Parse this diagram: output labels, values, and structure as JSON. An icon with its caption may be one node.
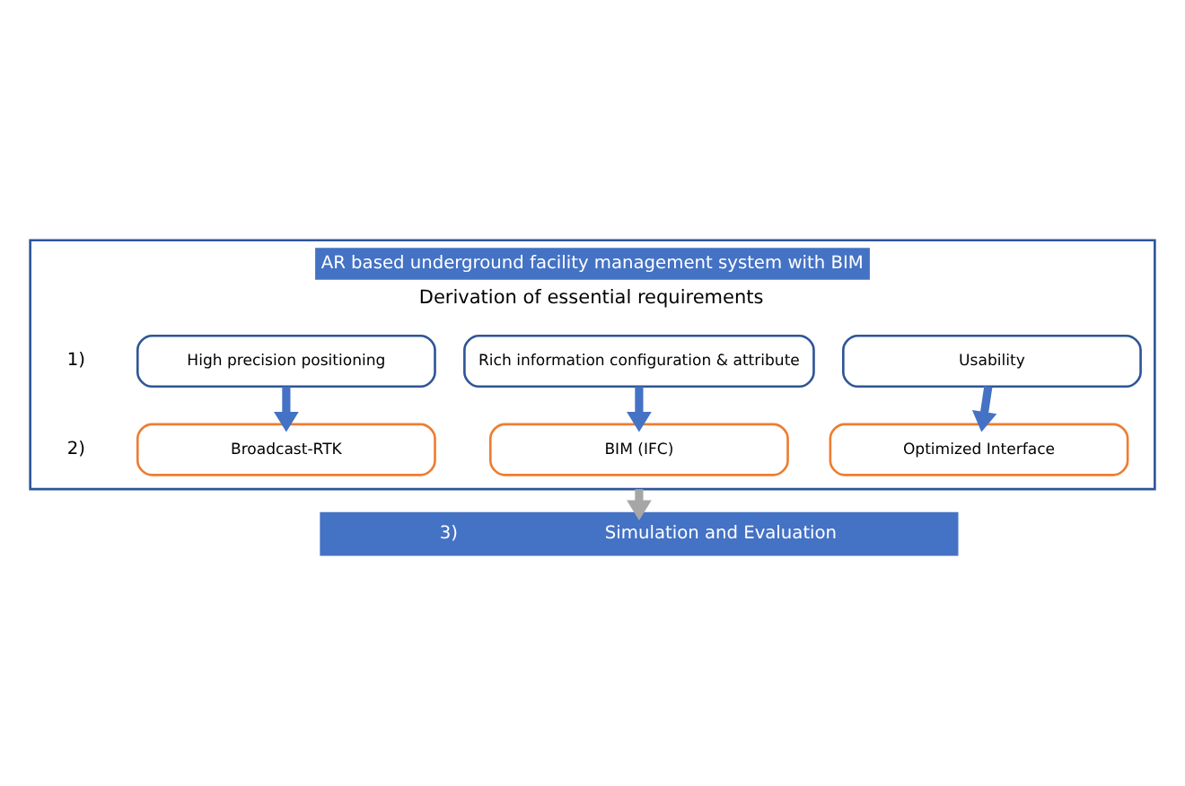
{
  "diagram": {
    "nodes": [
      {
        "text": [
          "AR based underground facility management system with BIM",
          "Derivation of essential requirements"
        ]
      },
      {
        "text": [
          "High precision positioning"
        ],
        "in": 0
      },
      {
        "text": [
          "Rich information configuration & attribute"
        ],
        "in": 0
      },
      {
        "text": [
          "Usability"
        ],
        "in": 0
      },
      {
        "text": [
          "Broadcast-RTK"
        ],
        "in": 0
      },
      {
        "text": [
          "BIM (IFC)"
        ],
        "in": 0
      },
      {
        "text": [
          "Optimized Interface"
        ],
        "in": 0
      },
      {
        "text": [
          "3)",
          "Simulation and Evaluation"
        ]
      }
    ],
    "edges": [
      {
        "from": 1,
        "to": 4,
        "arrow": "to"
      },
      {
        "from": 2,
        "to": 5,
        "arrow": "to"
      },
      {
        "from": 3,
        "to": 6,
        "arrow": "to"
      },
      {
        "from": 0,
        "to": 7,
        "arrow": "to",
        "color": "#a6a6a6"
      }
    ],
    "labels": [
      "1)",
      "2)"
    ]
  }
}
